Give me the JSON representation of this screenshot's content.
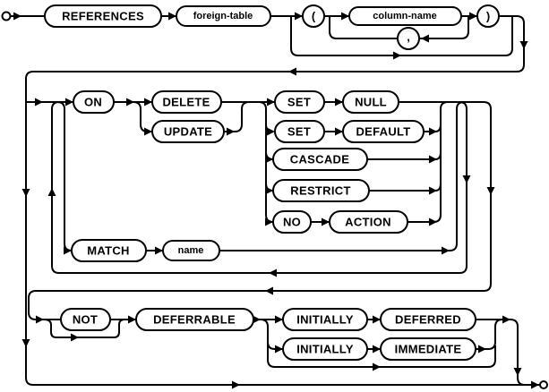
{
  "diagram": {
    "kind": "railroad-syntax-diagram",
    "colors": {
      "background": "#ffffff",
      "line": "#000000",
      "node_fill": "#ffffff",
      "node_border": "#000000",
      "text": "#000000"
    },
    "terminals": {
      "start": "start-terminal-circle",
      "end": "end-terminal-circle"
    },
    "nodes": {
      "references": "REFERENCES",
      "foreign_table": "foreign-table",
      "open_paren": "(",
      "column_name": "column-name",
      "comma": ",",
      "close_paren": ")",
      "on_kw": "ON",
      "delete_kw": "DELETE",
      "update_kw": "UPDATE",
      "set1": "SET",
      "null_kw": "NULL",
      "set2": "SET",
      "default_kw": "DEFAULT",
      "cascade": "CASCADE",
      "restrict": "RESTRICT",
      "no_kw": "NO",
      "action_kw": "ACTION",
      "match": "MATCH",
      "name": "name",
      "not_kw": "NOT",
      "deferrable": "DEFERRABLE",
      "initially1": "INITIALLY",
      "deferred": "DEFERRED",
      "initially2": "INITIALLY",
      "immediate": "IMMEDIATE"
    }
  }
}
